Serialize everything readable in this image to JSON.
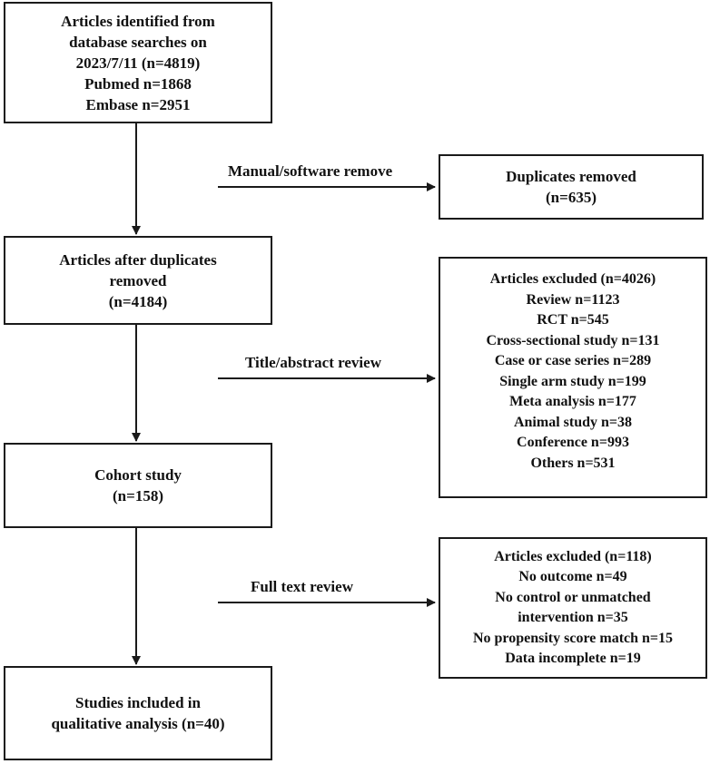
{
  "boxes": {
    "identified": [
      "Articles identified from",
      "database searches on",
      "2023/7/11 (n=4819)",
      "Pubmed n=1868",
      "Embase n=2951"
    ],
    "after_duplicates": [
      "Articles after duplicates",
      "removed",
      "(n=4184)"
    ],
    "cohort": [
      "Cohort study",
      "(n=158)"
    ],
    "included": [
      "Studies included in",
      "qualitative analysis (n=40)"
    ],
    "duplicates_removed": [
      "Duplicates removed",
      "(n=635)"
    ],
    "excluded_title": [
      "Articles excluded  (n=4026)",
      "Review n=1123",
      "RCT n=545",
      "Cross-sectional study n=131",
      "Case or case series n=289",
      "Single arm study n=199",
      "Meta analysis n=177",
      "Animal study n=38",
      "Conference n=993",
      "Others n=531"
    ],
    "excluded_fulltext": [
      "Articles excluded (n=118)",
      "No outcome n=49",
      "No control or unmatched",
      "intervention  n=35",
      "No propensity score match n=15",
      "Data incomplete  n=19"
    ]
  },
  "labels": {
    "manual": "Manual/software remove",
    "title_abstract": "Title/abstract review",
    "full_text": "Full text review"
  }
}
